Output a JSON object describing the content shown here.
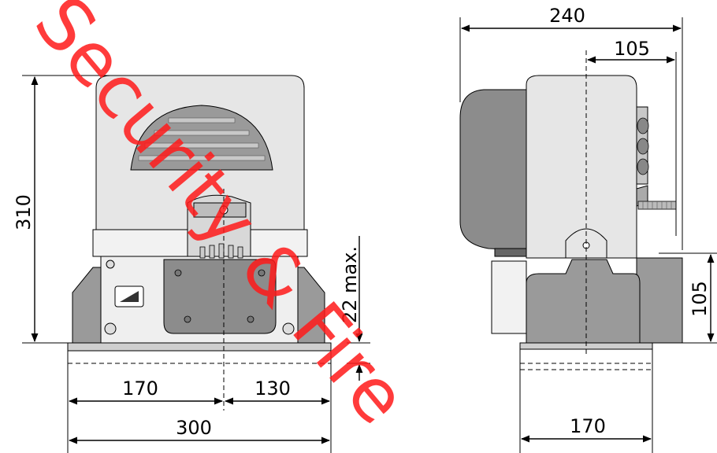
{
  "dimensions": {
    "front_height": "310",
    "front_left_width": "170",
    "front_right_width": "130",
    "front_total_width": "300",
    "foundation_clearance": "22 max.",
    "side_total_depth": "240",
    "side_top_offset": "105",
    "side_lower_height": "105",
    "side_base_width": "170"
  },
  "watermark": {
    "text": "Security & Fire"
  },
  "colors": {
    "body_light": "#e6e6e6",
    "body_mid": "#c8c8c8",
    "body_dark": "#9a9a9a",
    "cover_dark": "#8c8c8c",
    "line": "#000000",
    "watermark": "#ff1a1a"
  }
}
